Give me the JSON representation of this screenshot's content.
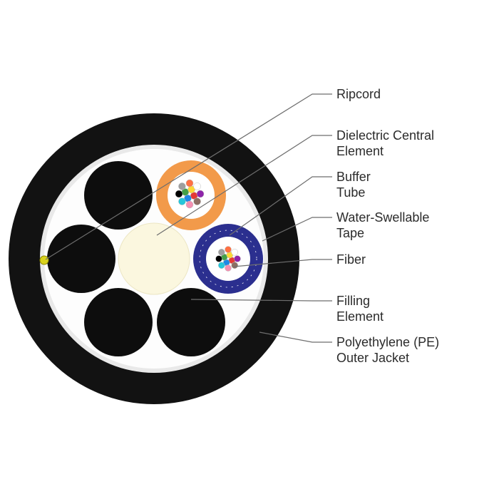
{
  "labels": {
    "ripcord": "Ripcord",
    "central_element": "Dielectric Central\nElement",
    "buffer_tube": "Buffer\nTube",
    "water_tape": "Water-Swellable\nTape",
    "fiber": "Fiber",
    "filling_element": "Filling\nElement",
    "outer_jacket": "Polyethylene (PE)\nOuter Jacket"
  },
  "colors": {
    "jacket": "#121212",
    "tape": "#f4f4f4",
    "central_element": "#fbf7df",
    "filling_element": "#0d0d0d",
    "tube_orange": "#f29a4a",
    "tube_blue": "#2b2f8f",
    "ripcord": "#d9d21c",
    "leader_line": "#6e6e6e"
  },
  "fiber_colors": [
    "#e53935",
    "#1e88e5",
    "#43a047",
    "#fdd835",
    "#8e24aa",
    "#8d6e63",
    "#f48fb1",
    "#26c6da",
    "#000000",
    "#9e9e9e",
    "#ff7043",
    "#ffffff"
  ]
}
